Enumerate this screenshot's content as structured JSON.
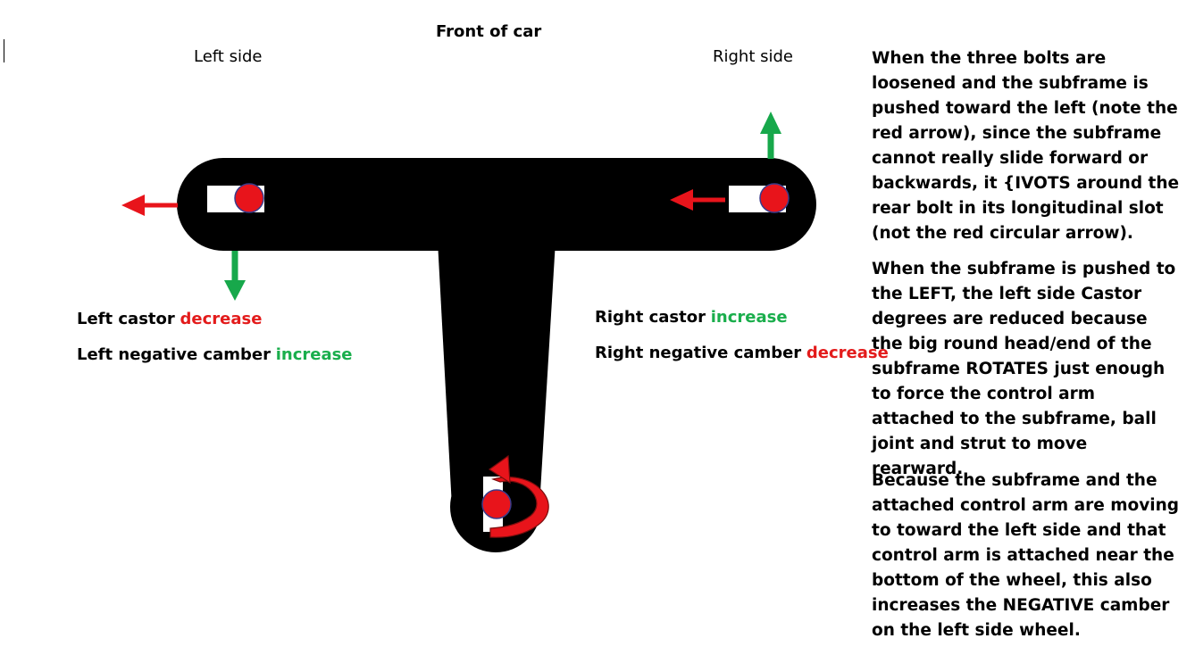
{
  "labels": {
    "front": "Front of car",
    "left_side": "Left side",
    "right_side": "Right side"
  },
  "left": {
    "castor_label": "Left castor",
    "castor_effect": "decrease",
    "camber_label": "Left negative camber",
    "camber_effect": "increase"
  },
  "right": {
    "castor_label": "Right castor",
    "castor_effect": "increase",
    "camber_label": "Right negative camber",
    "camber_effect": "decrease"
  },
  "paragraphs": [
    "When the three bolts are loosened and the subframe is pushed toward the left (note the red arrow), since the subframe cannot really slide forward or backwards, it {IVOTS around the rear bolt in its longitudinal slot (not the red circular arrow).",
    "When the subframe is pushed to the LEFT, the left side Castor degrees are reduced because the big round head/end of the subframe ROTATES just enough to force the control arm attached to the subframe, ball joint and strut to move rearward.",
    "Because the subframe and the attached control arm are moving to toward the left side and that control arm is attached near the bottom of the wheel, this also increases the NEGATIVE camber on the left side wheel."
  ],
  "colors": {
    "subframe": "#000000",
    "bolt": "#e8141b",
    "arrow_red": "#e8141b",
    "arrow_green": "#17a84b",
    "text_red": "#e31b1b",
    "text_green": "#1aae4c"
  }
}
